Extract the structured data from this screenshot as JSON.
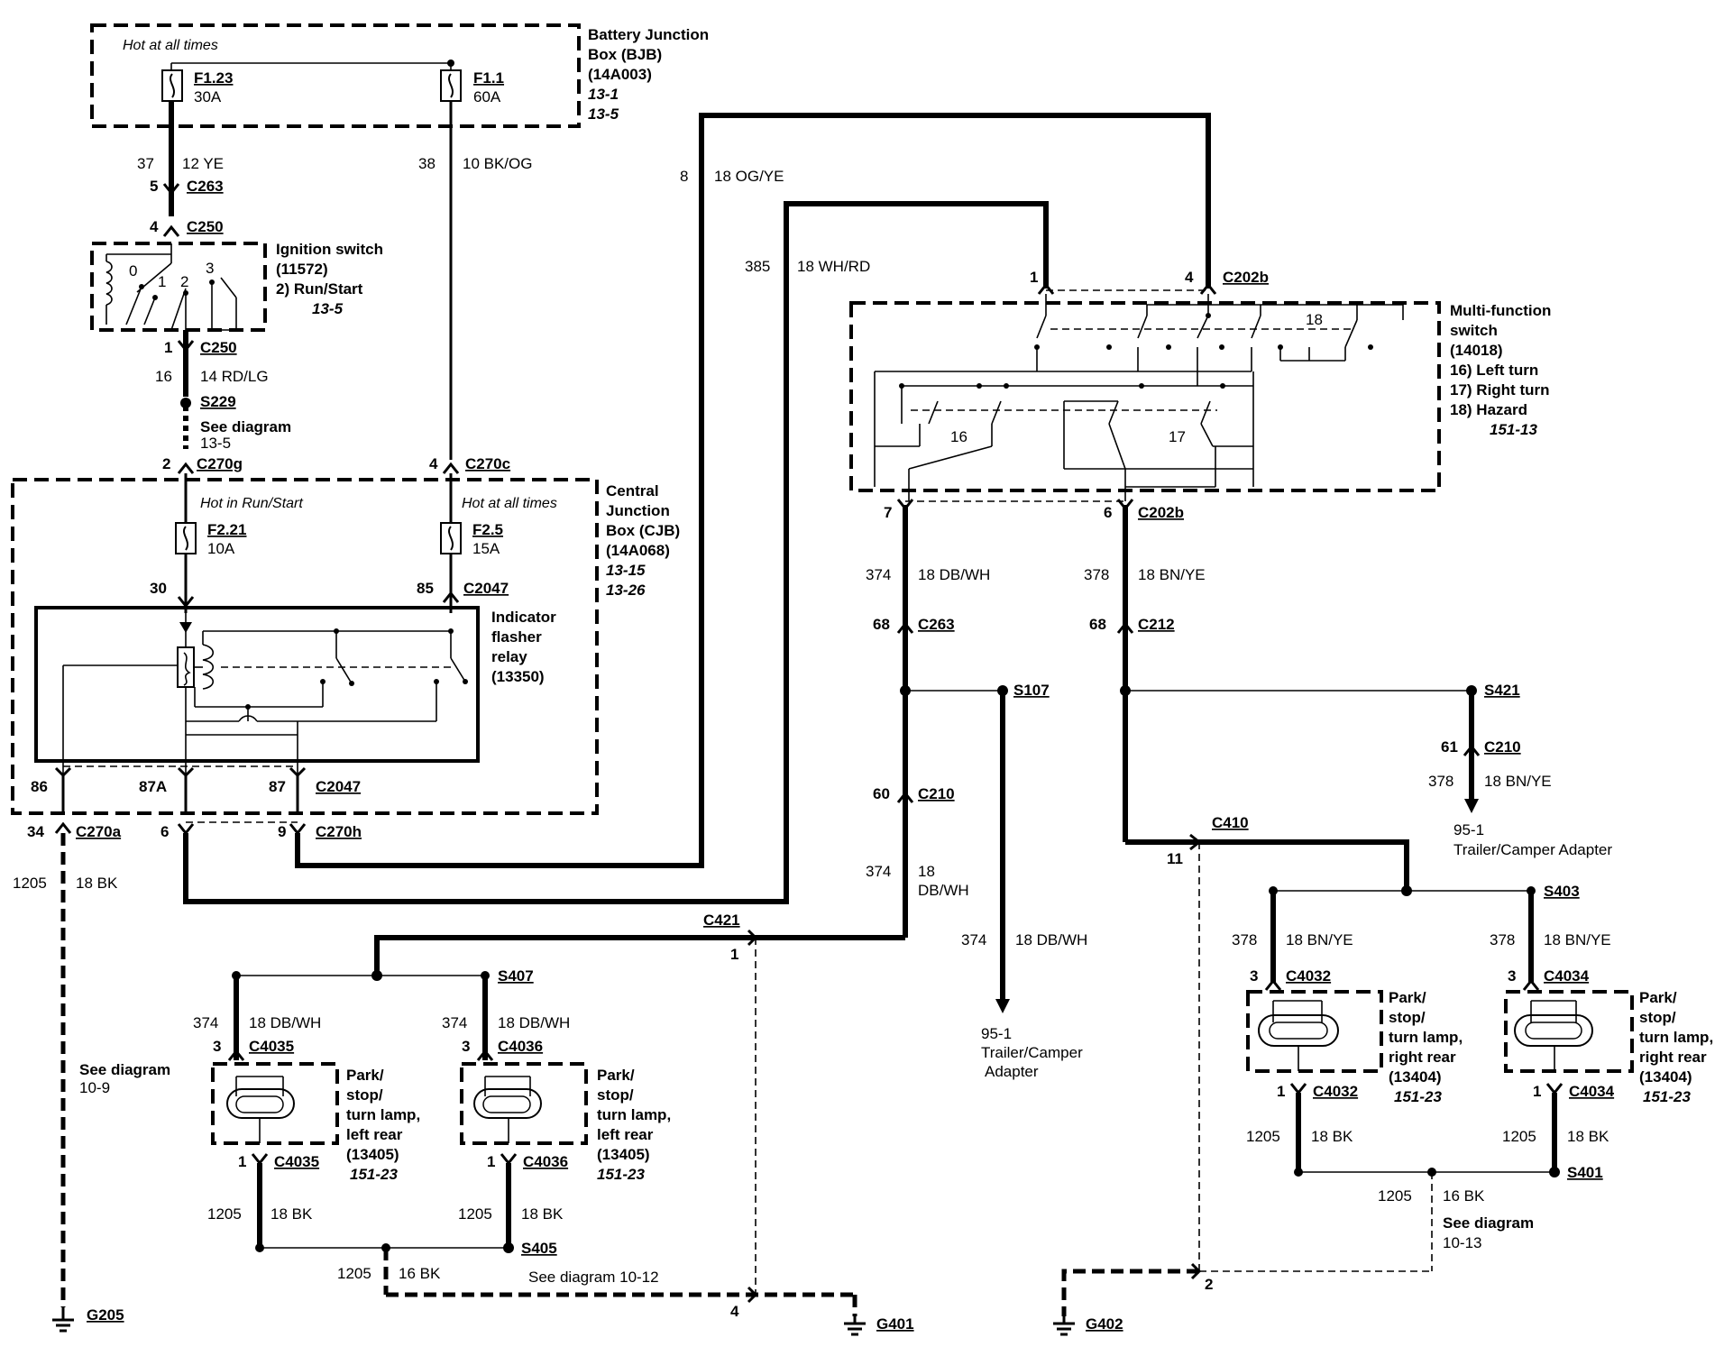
{
  "bjb": {
    "note": "Hot at all times",
    "title": [
      "Battery Junction",
      "Box (BJB)",
      "(14A003)"
    ],
    "refs": [
      "13-1",
      "13-5"
    ],
    "fuse1": {
      "id": "F1.23",
      "rating": "30A"
    },
    "fuse2": {
      "id": "F1.1",
      "rating": "60A"
    }
  },
  "ignition": {
    "title": "Ignition switch",
    "part": "(11572)",
    "mode": "2)    Run/Start",
    "ref": "13-5",
    "positions": [
      "0",
      "1",
      "2",
      "3"
    ]
  },
  "cjb": {
    "note_left": "Hot in Run/Start",
    "note_right": "Hot at all times",
    "title": [
      "Central",
      "Junction",
      "Box (CJB)",
      "(14A068)"
    ],
    "refs": [
      "13-15",
      "13-26"
    ],
    "fuse1": {
      "id": "F2.21",
      "rating": "10A"
    },
    "fuse2": {
      "id": "F2.5",
      "rating": "15A"
    }
  },
  "relay": {
    "title": [
      "Indicator",
      "flasher",
      "relay",
      "(13350)"
    ]
  },
  "mfs": {
    "title": [
      "Multi-function",
      "switch",
      "(14018)"
    ],
    "modes": [
      "16)  Left turn",
      "17)  Right turn",
      "18)  Hazard"
    ],
    "ref": "151-13",
    "inner": [
      "16",
      "17",
      "18"
    ]
  },
  "wires": {
    "w37": "37",
    "w37g": "12  YE",
    "w38": "38",
    "w38g": "10  BK/OG",
    "w8": "8",
    "w8g": "18  OG/YE",
    "w385": "385",
    "w385g": "18  WH/RD",
    "w16": "16",
    "w16g": "14  RD/LG",
    "w374a": "374",
    "w374ag": "18  DB/WH",
    "w378a": "378",
    "w378ag": "18  BN/YE",
    "w374b": "374",
    "w374bg1": "18",
    "w374bg2": "DB/WH",
    "w374c": "374",
    "w374cg": "18  DB/WH",
    "w378b": "378",
    "w378bg": "18  BN/YE",
    "w1205a": "1205",
    "w1205ag": "18  BK",
    "w374d": "374",
    "w374dg": "18  DB/WH",
    "w374e": "374",
    "w374eg": "18  DB/WH",
    "w1205b": "1205",
    "w1205bg": "18  BK",
    "w1205c": "1205",
    "w1205cg": "18  BK",
    "w1205d": "1205",
    "w1205dg": "16  BK",
    "w378c": "378",
    "w378cg": "18  BN/YE",
    "w378d": "378",
    "w378dg": "18  BN/YE",
    "w1205e": "1205",
    "w1205eg": "18  BK",
    "w1205f": "1205",
    "w1205fg": "18  BK",
    "w1205g": "1205",
    "w1205gg": "16  BK"
  },
  "connectors": {
    "c263a": "C263",
    "c263a_pin": "5",
    "c250a": "C250",
    "c250a_pin": "4",
    "c250b": "C250",
    "c250b_pin": "1",
    "s229": "S229",
    "c270g": "C270g",
    "c270g_pin": "2",
    "c270c": "C270c",
    "c270c_pin": "4",
    "c2047a": "C2047",
    "c2047a_pin30": "30",
    "c2047a_pin85": "85",
    "c2047b": "C2047",
    "pin86": "86",
    "pin87a": "87A",
    "pin87": "87",
    "c270a": "C270a",
    "c270a_pin": "34",
    "c270h": "C270h",
    "c270h_pin6": "6",
    "c270h_pin9": "9",
    "c202b_top": "C202b",
    "c202b_pin1": "1",
    "c202b_pin4": "4",
    "c202b_bot": "C202b",
    "c202b_pin7": "7",
    "c202b_pin6": "6",
    "c263b": "C263",
    "c263b_pin": "68",
    "c212": "C212",
    "c212_pin": "68",
    "s107": "S107",
    "s421": "S421",
    "c210a": "C210",
    "c210a_pin": "61",
    "c210b": "C210",
    "c210b_pin": "60",
    "c410": "C410",
    "c410_pin": "11",
    "c421": "C421",
    "c421_pin1": "1",
    "c421_pin4": "4",
    "s407": "S407",
    "s403": "S403",
    "c4035": "C4035",
    "c4035_pin3": "3",
    "c4035b": "C4035",
    "c4035_pin1": "1",
    "c4036": "C4036",
    "c4036_pin3": "3",
    "c4036b": "C4036",
    "c4036_pin1": "1",
    "c4032": "C4032",
    "c4032_pin3": "3",
    "c4032b": "C4032",
    "c4032_pin1": "1",
    "c4034": "C4034",
    "c4034_pin3": "3",
    "c4034b": "C4034",
    "c4034_pin1": "1",
    "s405": "S405",
    "s401": "S401",
    "g205": "G205",
    "g401": "G401",
    "g402": "G402",
    "c410_pin2": "2"
  },
  "notes": {
    "see1": "See diagram",
    "see1ref": "13-5",
    "see2": "See diagram",
    "see2ref": "10-9",
    "see3": "See diagram 10-12",
    "see4": "See diagram",
    "see4ref": "10-13",
    "trailer1": "95-1",
    "trailer1t": "Trailer/Camper Adapter",
    "trailer2": "95-1",
    "trailer2t1": "Trailer/Camper",
    "trailer2t2": "Adapter"
  },
  "lamps": {
    "lr1": [
      "Park/",
      "stop/",
      "turn lamp,",
      "left rear",
      "(13405)"
    ],
    "lr1ref": "151-23",
    "lr2": [
      "Park/",
      "stop/",
      "turn lamp,",
      "left rear",
      "(13405)"
    ],
    "lr2ref": "151-23",
    "rr1": [
      "Park/",
      "stop/",
      "turn lamp,",
      "right rear",
      "(13404)"
    ],
    "rr1ref": "151-23",
    "rr2": [
      "Park/",
      "stop/",
      "turn lamp,",
      "right rear",
      "(13404)"
    ],
    "rr2ref": "151-23"
  }
}
